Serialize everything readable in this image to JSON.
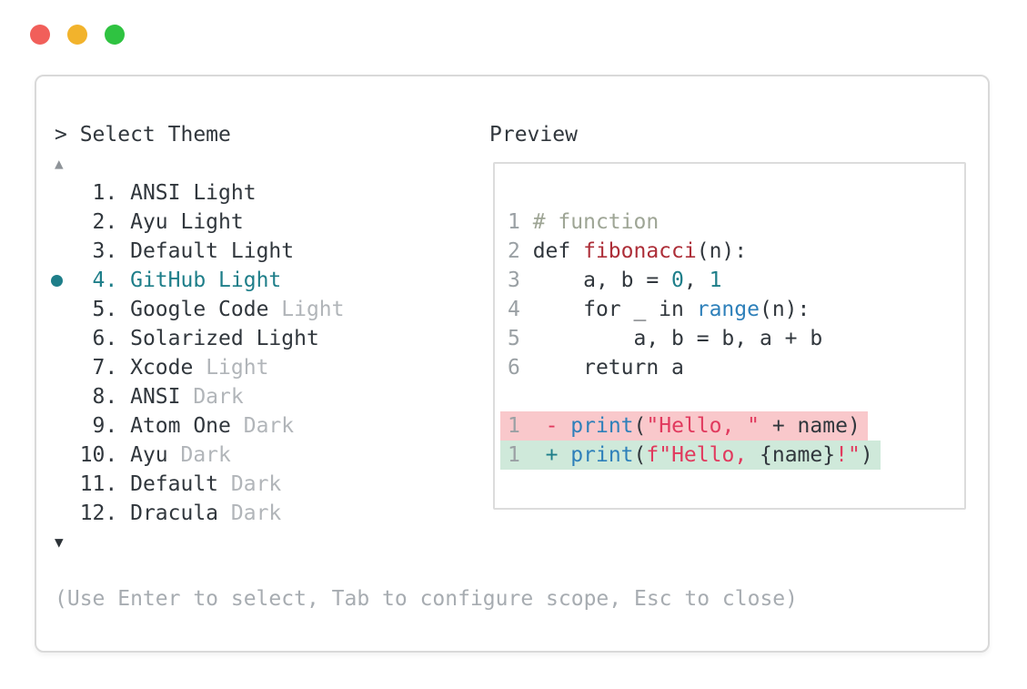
{
  "window_controls": {
    "buttons": [
      {
        "name": "close",
        "color": "#f15f5a"
      },
      {
        "name": "minimize",
        "color": "#f2b32c"
      },
      {
        "name": "maximize",
        "color": "#2fc341"
      }
    ]
  },
  "picker": {
    "prompt": "> Select Theme",
    "scroll_up_symbol": "▲",
    "scroll_down_symbol": "▼",
    "selected_index": 4,
    "items": [
      {
        "number": "1.",
        "name": "ANSI Light",
        "variant": "",
        "selected": false
      },
      {
        "number": "2.",
        "name": "Ayu Light",
        "variant": "",
        "selected": false
      },
      {
        "number": "3.",
        "name": "Default Light",
        "variant": "",
        "selected": false
      },
      {
        "number": "4.",
        "name": "GitHub Light",
        "variant": "",
        "selected": true
      },
      {
        "number": "5.",
        "name": "Google Code",
        "variant": "Light",
        "selected": false
      },
      {
        "number": "6.",
        "name": "Solarized Light",
        "variant": "",
        "selected": false
      },
      {
        "number": "7.",
        "name": "Xcode",
        "variant": "Light",
        "selected": false
      },
      {
        "number": "8.",
        "name": "ANSI",
        "variant": "Dark",
        "selected": false
      },
      {
        "number": "9.",
        "name": "Atom One",
        "variant": "Dark",
        "selected": false
      },
      {
        "number": "10.",
        "name": "Ayu",
        "variant": "Dark",
        "selected": false
      },
      {
        "number": "11.",
        "name": "Default",
        "variant": "Dark",
        "selected": false
      },
      {
        "number": "12.",
        "name": "Dracula",
        "variant": "Dark",
        "selected": false
      }
    ],
    "footer": "(Use Enter to select, Tab to configure scope, Esc to close)"
  },
  "preview": {
    "label": "Preview",
    "code_lines": [
      {
        "num": "1",
        "bg": "",
        "tokens": [
          [
            "# function",
            "comment"
          ]
        ]
      },
      {
        "num": "2",
        "bg": "",
        "tokens": [
          [
            "def ",
            "plain"
          ],
          [
            "fibonacci",
            "func"
          ],
          [
            "(n):",
            "plain"
          ]
        ]
      },
      {
        "num": "3",
        "bg": "",
        "tokens": [
          [
            "    a, b = ",
            "plain"
          ],
          [
            "0",
            "num"
          ],
          [
            ", ",
            "plain"
          ],
          [
            "1",
            "num"
          ]
        ]
      },
      {
        "num": "4",
        "bg": "",
        "tokens": [
          [
            "    for _ in ",
            "plain"
          ],
          [
            "range",
            "builtin"
          ],
          [
            "(n):",
            "plain"
          ]
        ]
      },
      {
        "num": "5",
        "bg": "",
        "tokens": [
          [
            "        a, b = b, a + b",
            "plain"
          ]
        ]
      },
      {
        "num": "6",
        "bg": "",
        "tokens": [
          [
            "    return a",
            "plain"
          ]
        ]
      },
      {
        "num": "",
        "bg": "",
        "tokens": []
      },
      {
        "num": "1",
        "bg": "del",
        "tokens": [
          [
            " ",
            "plain"
          ],
          [
            "-",
            "del"
          ],
          [
            " ",
            "plain"
          ],
          [
            "print",
            "builtin"
          ],
          [
            "(",
            "plain"
          ],
          [
            "\"Hello, \"",
            "str"
          ],
          [
            " + name)",
            "plain"
          ]
        ]
      },
      {
        "num": "1",
        "bg": "ins",
        "tokens": [
          [
            " ",
            "plain"
          ],
          [
            "+",
            "ins"
          ],
          [
            " ",
            "plain"
          ],
          [
            "print",
            "builtin"
          ],
          [
            "(",
            "plain"
          ],
          [
            "f\"Hello, ",
            "str"
          ],
          [
            "{name}",
            "plain"
          ],
          [
            "!\"",
            "str"
          ],
          [
            ")",
            "plain"
          ]
        ]
      }
    ]
  },
  "colors": {
    "ink": "#31373d",
    "muted": "#b1b5b9",
    "hint": "#a7acb1",
    "teal": "#1e7e89",
    "line_num": "#9aa0a4",
    "comment": "#9ea595",
    "func_red": "#ad2e38",
    "builtin_blue": "#2e80ba",
    "string_red": "#e13a5e",
    "diff_del_bg": "#f9c8cb",
    "diff_ins_bg": "#cfe9da",
    "border": "#d9d9d9"
  }
}
